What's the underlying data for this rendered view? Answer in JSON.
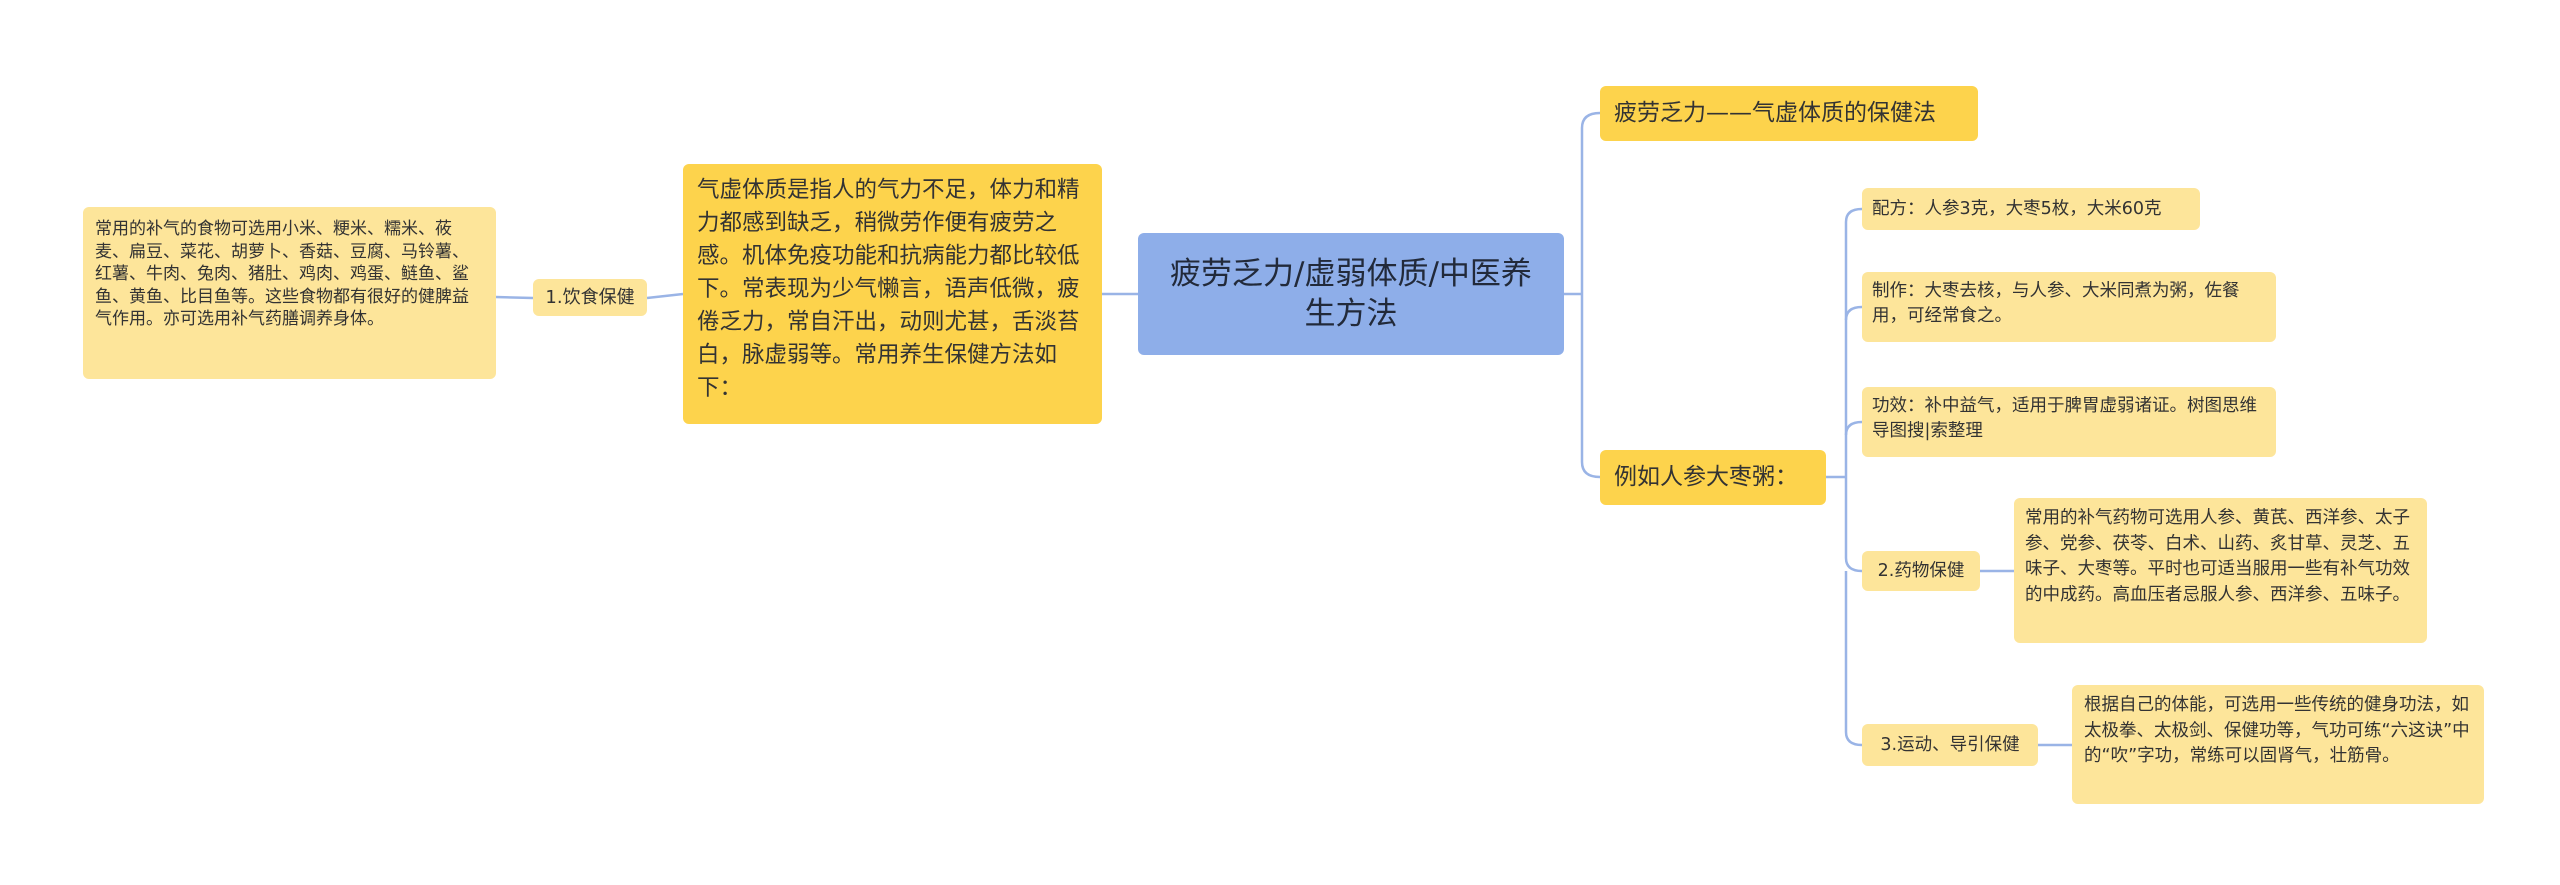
{
  "root": {
    "title": "疲劳乏力/虚弱体质/中医养生方法"
  },
  "left": {
    "main_description": "气虚体质是指人的气力不足，体力和精力都感到缺乏，稍微劳作便有疲劳之感。机体免疫功能和抗病能力都比较低下。常表现为少气懒言，语声低微，疲倦乏力，常自汗出，动则尤甚，舌淡苔白，脉虚弱等。常用养生保健方法如下：",
    "diet_label": "1.饮食保健",
    "diet_description": "常用的补气的食物可选用小米、粳米、糯米、莜麦、扁豆、菜花、胡萝卜、香菇、豆腐、马铃薯、红薯、牛肉、兔肉、猪肚、鸡肉、鸡蛋、鲢鱼、鲨鱼、黄鱼、比目鱼等。这些食物都有很好的健脾益气作用。亦可选用补气药膳调养身体。"
  },
  "right": {
    "title_branch": "疲劳乏力——气虚体质的保健法",
    "example_label": "例如人参大枣粥：",
    "recipe": "配方：人参3克，大枣5枚，大米60克",
    "making": "制作：大枣去核，与人参、大米同煮为粥，佐餐用，可经常食之。",
    "effect": "功效：补中益气，适用于脾胃虚弱诸证。树图思维导图搜|索整理",
    "medicine_label": "2.药物保健",
    "medicine_description": "常用的补气药物可选用人参、黄芪、西洋参、太子参、党参、茯苓、白术、山药、炙甘草、灵芝、五味子、大枣等。平时也可适当服用一些有补气功效的中成药。高血压者忌服人参、西洋参、五味子。",
    "exercise_label": "3.运动、导引保健",
    "exercise_description": "根据自己的体能，可选用一些传统的健身功法，如太极拳、太极剑、保健功等，气功可练“六这诀”中的“吹”字功，常练可以固肾气，壮筋骨。"
  },
  "colors": {
    "root_fill": "#8eaee9",
    "primary_fill": "#fdd34c",
    "secondary_fill": "#fde59a",
    "connector": "#9ab4e6"
  }
}
